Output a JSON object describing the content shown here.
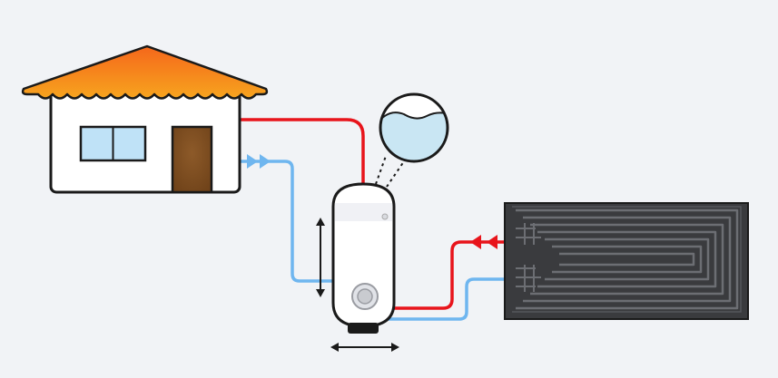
{
  "diagram": {
    "background": "#f1f3f6",
    "colors": {
      "hot_pipe": "#e8141b",
      "cold_pipe": "#6fb6ef",
      "roof_top": "#f5671b",
      "roof_bottom": "#f7a41e",
      "house_wall": "#ffffff",
      "window": "#bfe2f7",
      "door": "#7a4a1e",
      "tank_body": "#ffffff",
      "panel": "#3a3b3e",
      "water": "#c9e6f3",
      "outline": "#1a1a1a"
    },
    "components": [
      {
        "id": "house",
        "icon": "house-icon"
      },
      {
        "id": "water-tank",
        "icon": "boiler-tank-icon"
      },
      {
        "id": "water-level-magnifier",
        "icon": "magnifier-water-icon"
      },
      {
        "id": "solar-collector",
        "icon": "solar-panel-icon"
      }
    ],
    "flows": [
      {
        "id": "hot-to-house",
        "kind": "hot",
        "from": "water-tank",
        "to": "house"
      },
      {
        "id": "cold-from-house",
        "kind": "cold",
        "from": "house",
        "to": "water-tank"
      },
      {
        "id": "hot-from-collector",
        "kind": "hot",
        "from": "solar-collector",
        "to": "water-tank"
      },
      {
        "id": "cold-to-collector",
        "kind": "cold",
        "from": "water-tank",
        "to": "solar-collector"
      }
    ],
    "dimension_arrows": [
      "tank-height",
      "tank-width"
    ]
  }
}
